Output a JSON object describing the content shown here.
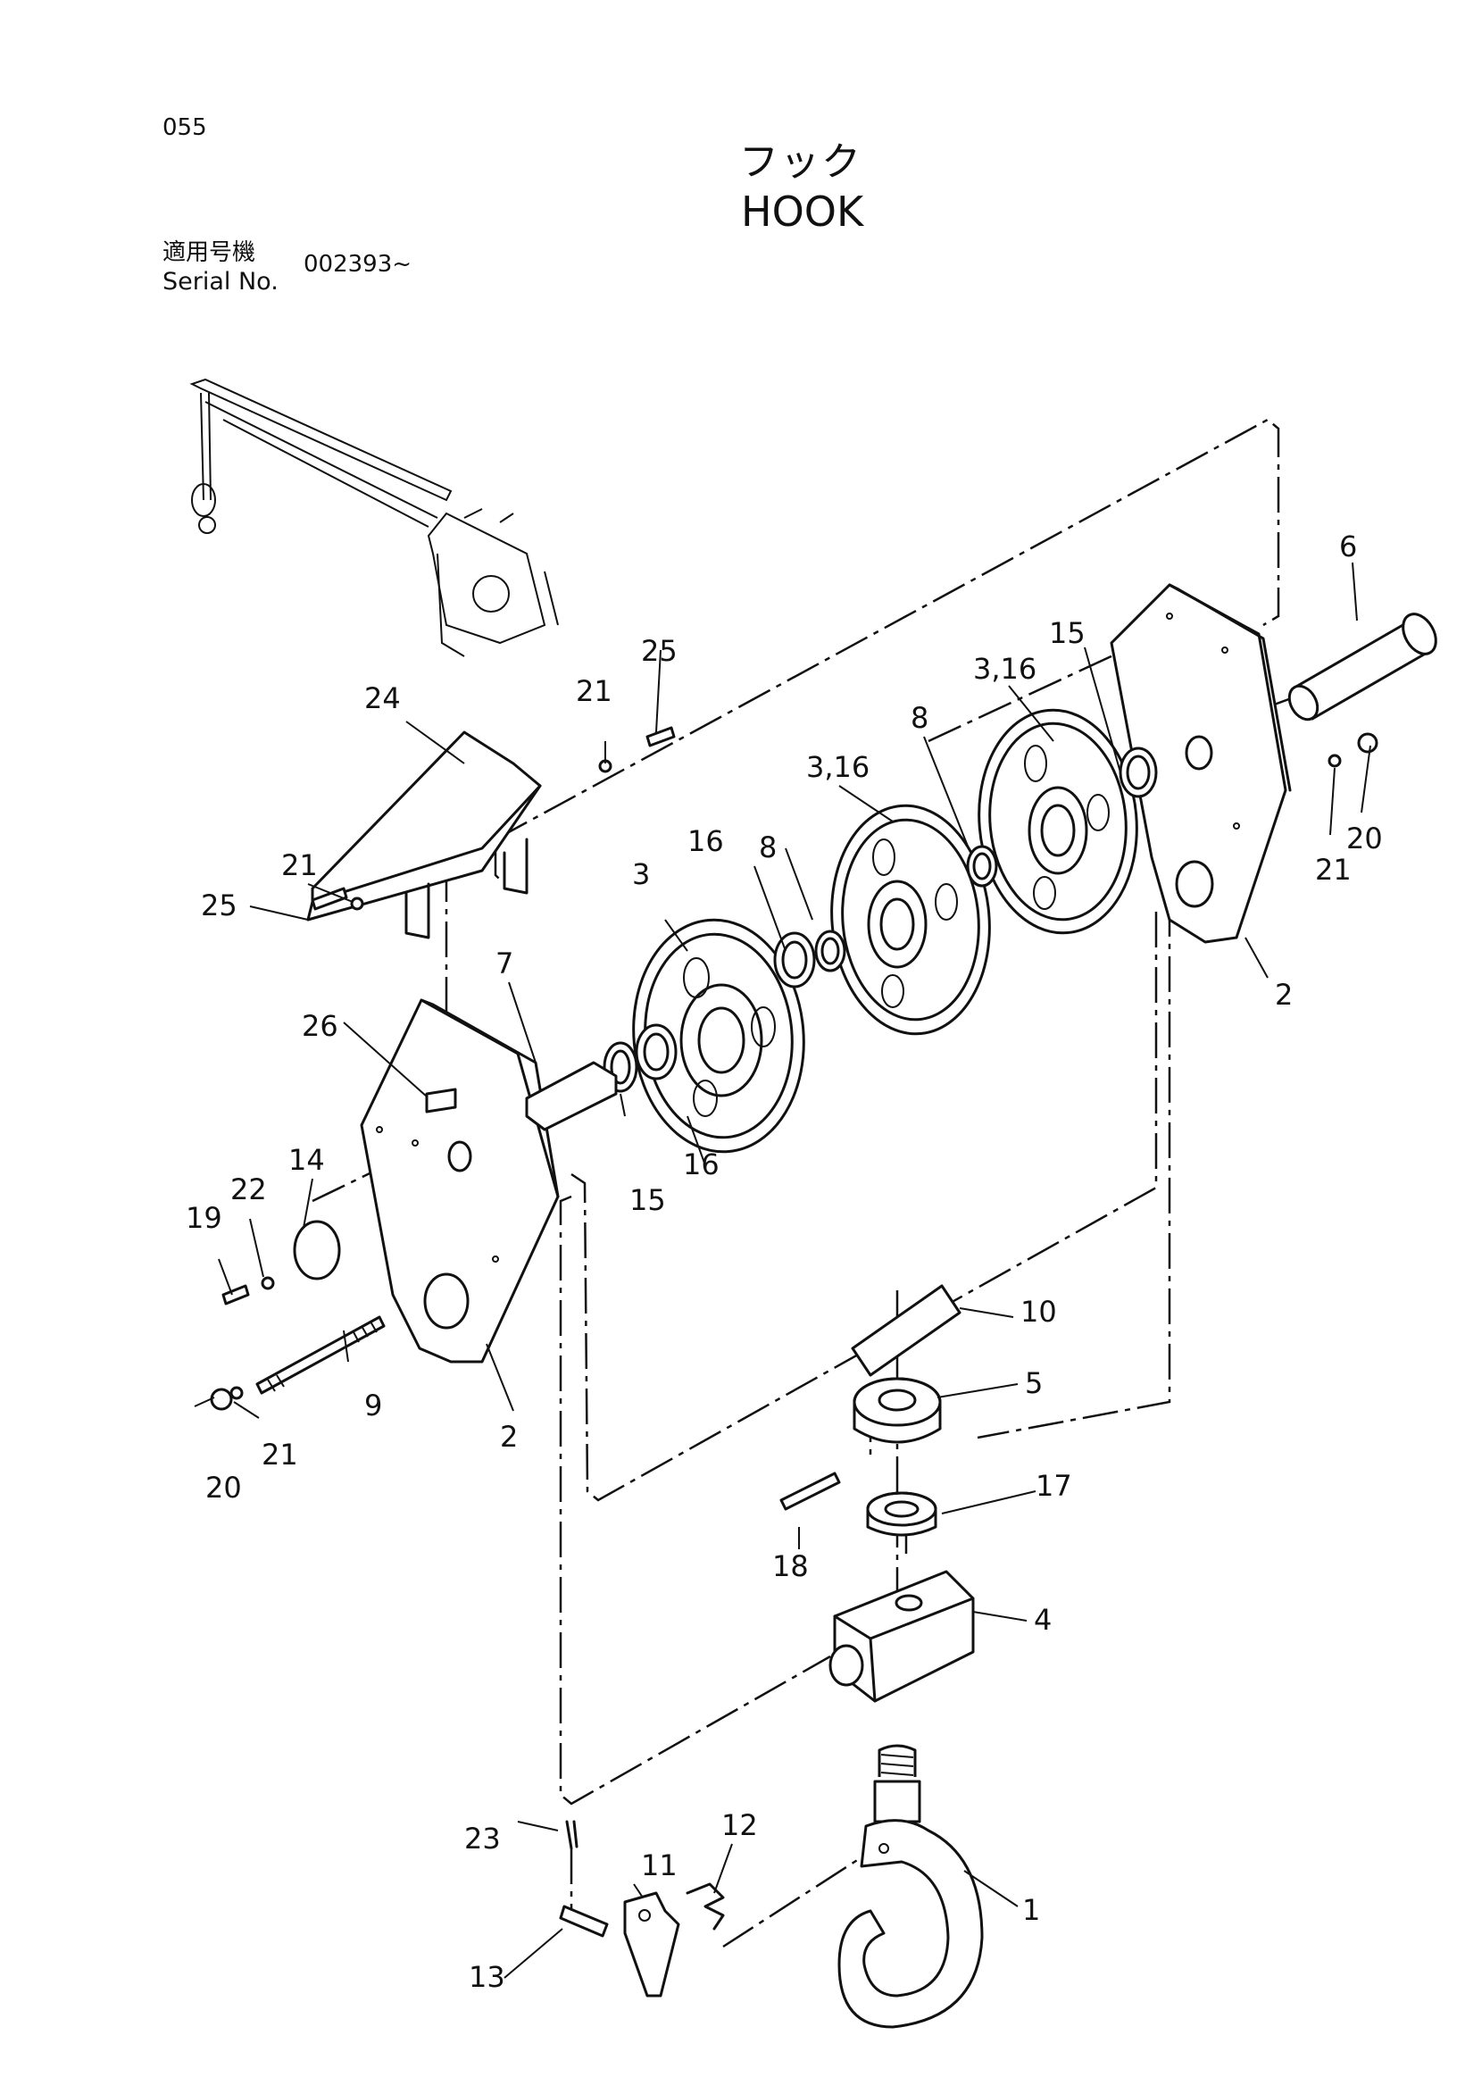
{
  "header": {
    "page_number": "055",
    "title_jp": "フック",
    "title_en": "HOOK",
    "serial_label_jp": "適用号機",
    "serial_label_en": "Serial No.",
    "serial_value": "002393~"
  },
  "callouts": {
    "c1": "1",
    "c2a": "2",
    "c2b": "2",
    "c3": "3",
    "c3_16a": "3,16",
    "c3_16b": "3,16",
    "c4": "4",
    "c5": "5",
    "c6": "6",
    "c7": "7",
    "c8a": "8",
    "c8b": "8",
    "c9": "9",
    "c10": "10",
    "c11": "11",
    "c12": "12",
    "c13": "13",
    "c14": "14",
    "c15a": "15",
    "c15b": "15",
    "c16a": "16",
    "c16b": "16",
    "c17": "17",
    "c18": "18",
    "c19": "19",
    "c20a": "20",
    "c20b": "20",
    "c21a": "21",
    "c21b": "21",
    "c21c": "21",
    "c21d": "21",
    "c22": "22",
    "c23": "23",
    "c24": "24",
    "c25a": "25",
    "c25b": "25",
    "c26": "26"
  }
}
